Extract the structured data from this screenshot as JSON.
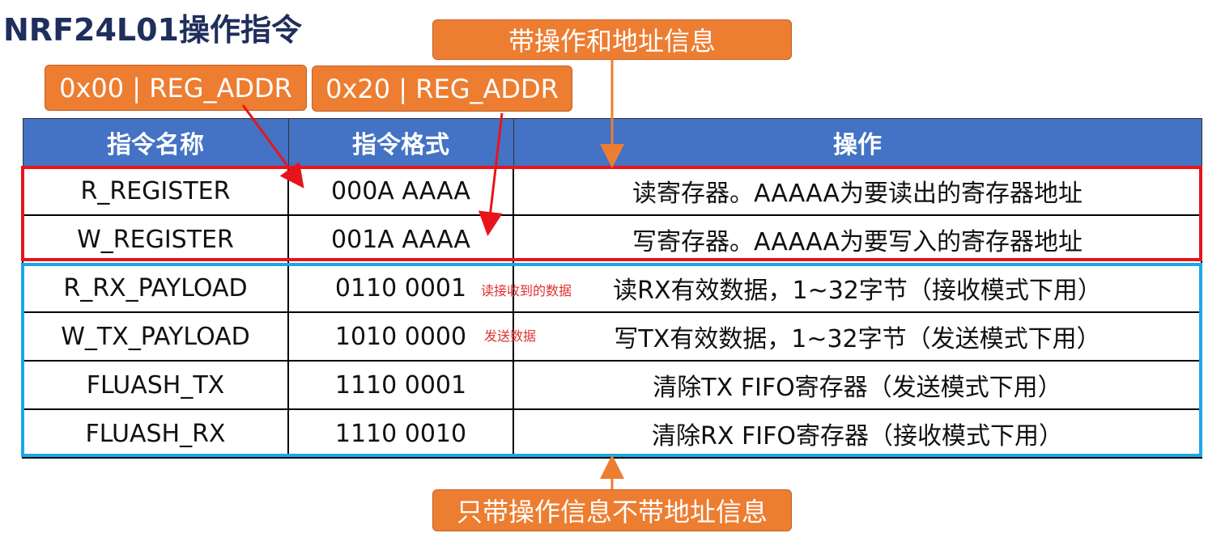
{
  "title": "NRF24L01操作指令",
  "callouts": {
    "read_addr": "0x00 | REG_ADDR",
    "write_addr": "0x20 | REG_ADDR",
    "with_addr": "带操作和地址信息",
    "no_addr": "只带操作信息不带地址信息"
  },
  "table": {
    "headers": [
      "指令名称",
      "指令格式",
      "操作"
    ],
    "rows": [
      {
        "name": "R_REGISTER",
        "format": "000A AAAA",
        "op": "读寄存器。AAAAA为要读出的寄存器地址",
        "note": ""
      },
      {
        "name": "W_REGISTER",
        "format": "001A AAAA",
        "op": "写寄存器。AAAAA为要写入的寄存器地址",
        "note": ""
      },
      {
        "name": "R_RX_PAYLOAD",
        "format": "0110 0001",
        "op": "读RX有效数据，1~32字节（接收模式下用）",
        "note": "读接收到的数据"
      },
      {
        "name": "W_TX_PAYLOAD",
        "format": "1010 0000",
        "op": "写TX有效数据，1~32字节（发送模式下用）",
        "note": "发送数据"
      },
      {
        "name": "FLUASH_TX",
        "format": "1110 0001",
        "op": "清除TX FIFO寄存器（发送模式下用）",
        "note": ""
      },
      {
        "name": "FLUASH_RX",
        "format": "1110 0010",
        "op": "清除RX FIFO寄存器（接收模式下用）",
        "note": ""
      }
    ]
  },
  "colors": {
    "header_bg": "#4472c4",
    "callout_bg": "#ed7d31",
    "red_group": "#e8141c",
    "blue_group": "#1aa7e8",
    "title": "#1f2e5c"
  }
}
